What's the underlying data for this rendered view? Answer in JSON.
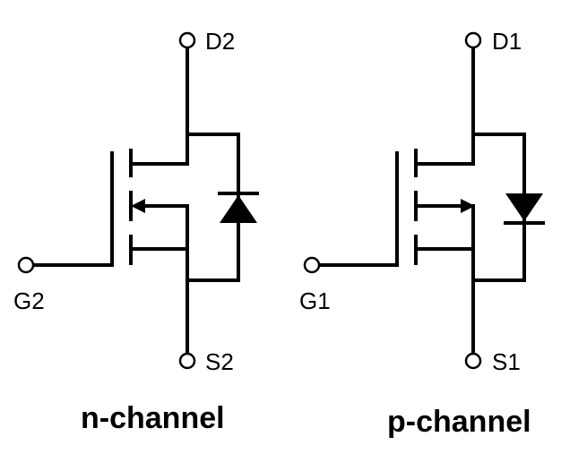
{
  "colors": {
    "ink": "#000000",
    "background": "#ffffff"
  },
  "transistors": [
    {
      "channel": "n",
      "caption": "n-channel",
      "drain_label": "D2",
      "source_label": "S2",
      "gate_label": "G2",
      "body_arrow": "inward-to-channel",
      "diode_direction": "points-up-toward-drain"
    },
    {
      "channel": "p",
      "caption": "p-channel",
      "drain_label": "D1",
      "source_label": "S1",
      "gate_label": "G1",
      "body_arrow": "outward-from-channel",
      "diode_direction": "points-down-toward-source"
    }
  ]
}
